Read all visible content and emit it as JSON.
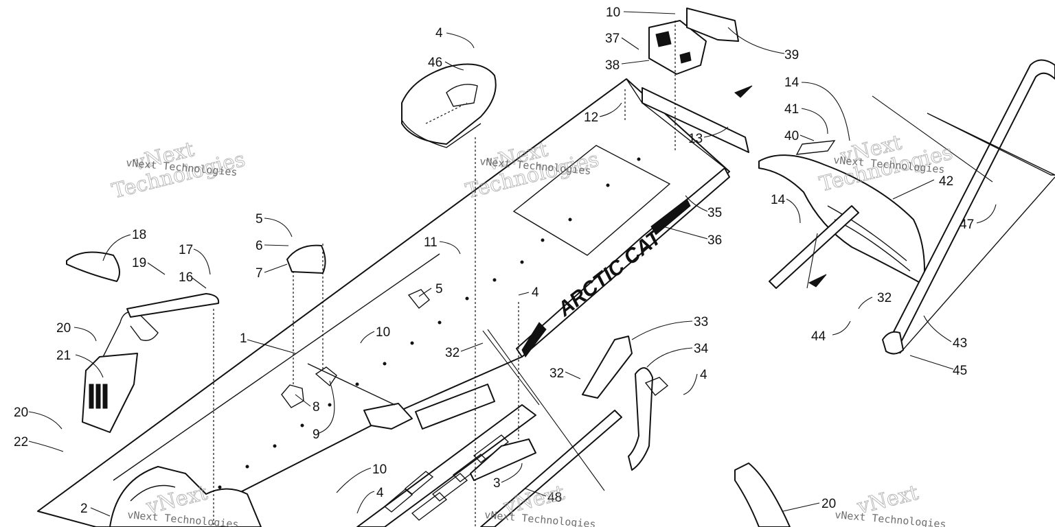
{
  "watermark": {
    "line1": "vNext",
    "line2": "Technologies",
    "small": "vNext Technologies"
  },
  "decal_text": "ARCTIC CAT",
  "callouts": [
    {
      "id": "c10a",
      "text": "10"
    },
    {
      "id": "c39",
      "text": "39"
    },
    {
      "id": "c37",
      "text": "37"
    },
    {
      "id": "c38",
      "text": "38"
    },
    {
      "id": "c4a",
      "text": "4"
    },
    {
      "id": "c46",
      "text": "46"
    },
    {
      "id": "c12",
      "text": "12"
    },
    {
      "id": "c13",
      "text": "13"
    },
    {
      "id": "c14a",
      "text": "14"
    },
    {
      "id": "c41",
      "text": "41"
    },
    {
      "id": "c40",
      "text": "40"
    },
    {
      "id": "c42",
      "text": "42"
    },
    {
      "id": "c14b",
      "text": "14"
    },
    {
      "id": "c47",
      "text": "47"
    },
    {
      "id": "c35",
      "text": "35"
    },
    {
      "id": "c36",
      "text": "36"
    },
    {
      "id": "c18",
      "text": "18"
    },
    {
      "id": "c17",
      "text": "17"
    },
    {
      "id": "c19",
      "text": "19"
    },
    {
      "id": "c16",
      "text": "16"
    },
    {
      "id": "c5a",
      "text": "5"
    },
    {
      "id": "c6",
      "text": "6"
    },
    {
      "id": "c7",
      "text": "7"
    },
    {
      "id": "c11",
      "text": "11"
    },
    {
      "id": "c5b",
      "text": "5"
    },
    {
      "id": "c4b",
      "text": "4"
    },
    {
      "id": "c32a",
      "text": "32"
    },
    {
      "id": "c44",
      "text": "44"
    },
    {
      "id": "c43",
      "text": "43"
    },
    {
      "id": "c45",
      "text": "45"
    },
    {
      "id": "c33",
      "text": "33"
    },
    {
      "id": "c34",
      "text": "34"
    },
    {
      "id": "c20a",
      "text": "20"
    },
    {
      "id": "c21",
      "text": "21"
    },
    {
      "id": "c1",
      "text": "1"
    },
    {
      "id": "c10b",
      "text": "10"
    },
    {
      "id": "c32b",
      "text": "32"
    },
    {
      "id": "c32c",
      "text": "32"
    },
    {
      "id": "c4c",
      "text": "4"
    },
    {
      "id": "c8",
      "text": "8"
    },
    {
      "id": "c9",
      "text": "9"
    },
    {
      "id": "c20b",
      "text": "20"
    },
    {
      "id": "c22",
      "text": "22"
    },
    {
      "id": "c10c",
      "text": "10"
    },
    {
      "id": "c3",
      "text": "3"
    },
    {
      "id": "c4d",
      "text": "4"
    },
    {
      "id": "c48",
      "text": "48"
    },
    {
      "id": "c2",
      "text": "2"
    },
    {
      "id": "c20c",
      "text": "20"
    }
  ]
}
